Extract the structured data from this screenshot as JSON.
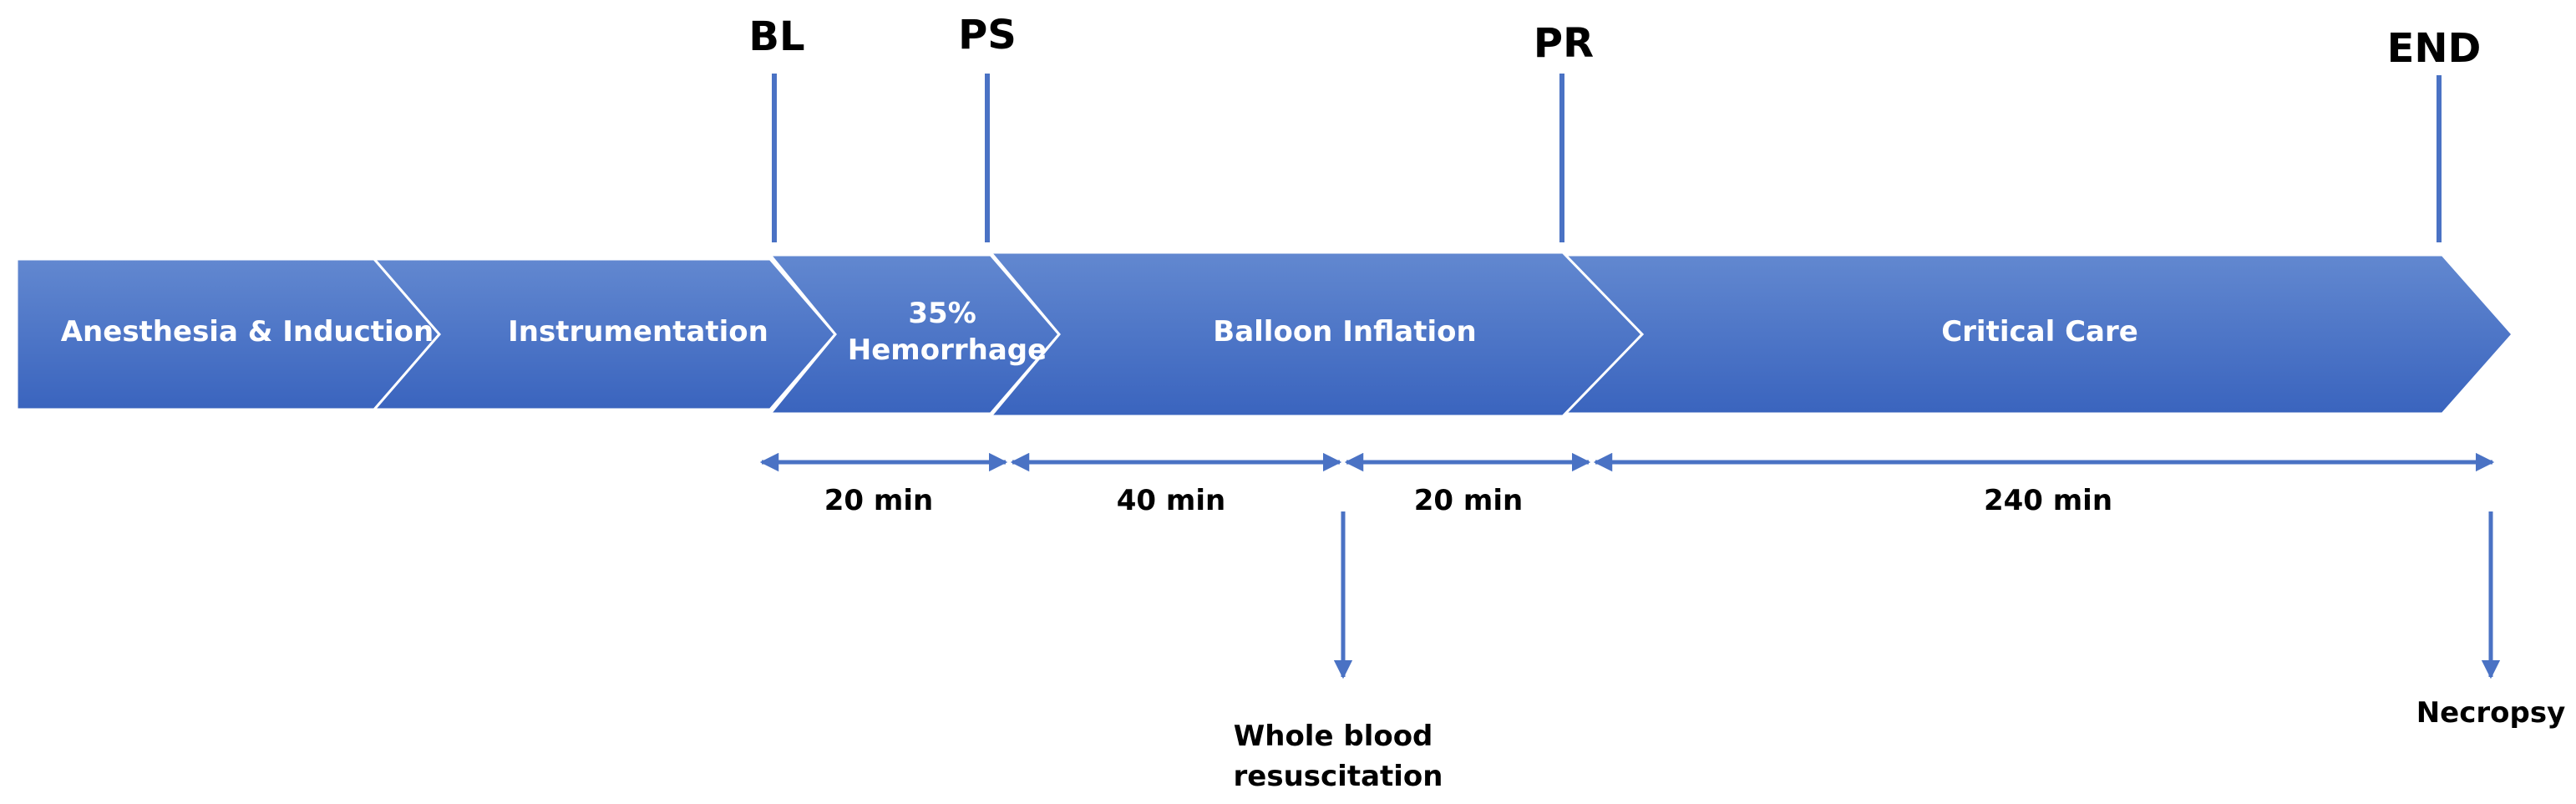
{
  "colors": {
    "arrow_fill_top": "#6288d0",
    "arrow_fill_bottom": "#3a64be",
    "line": "#4a72c4",
    "separator": "#ffffff",
    "text_dark": "#000000",
    "text_light": "#ffffff"
  },
  "phases": [
    {
      "id": "anesthesia",
      "label_lines": [
        "Anesthesia & Induction"
      ]
    },
    {
      "id": "instrumentation",
      "label_lines": [
        "Instrumentation"
      ]
    },
    {
      "id": "hemorrhage",
      "label_lines": [
        "35%",
        "Hemorrhage"
      ]
    },
    {
      "id": "balloon",
      "label_lines": [
        "Balloon Inflation"
      ]
    },
    {
      "id": "critical",
      "label_lines": [
        "Critical Care"
      ]
    }
  ],
  "milestones": [
    {
      "id": "bl",
      "label": "BL"
    },
    {
      "id": "ps",
      "label": "PS"
    },
    {
      "id": "pr",
      "label": "PR"
    },
    {
      "id": "end",
      "label": "END"
    }
  ],
  "durations": [
    {
      "id": "d1",
      "label": "20 min"
    },
    {
      "id": "d2",
      "label": "40 min"
    },
    {
      "id": "d3",
      "label": "20 min"
    },
    {
      "id": "d4",
      "label": "240 min"
    }
  ],
  "events": [
    {
      "id": "whole-blood",
      "label_lines": [
        "Whole blood",
        "resuscitation"
      ]
    },
    {
      "id": "necropsy",
      "label_lines": [
        "Necropsy"
      ]
    }
  ]
}
